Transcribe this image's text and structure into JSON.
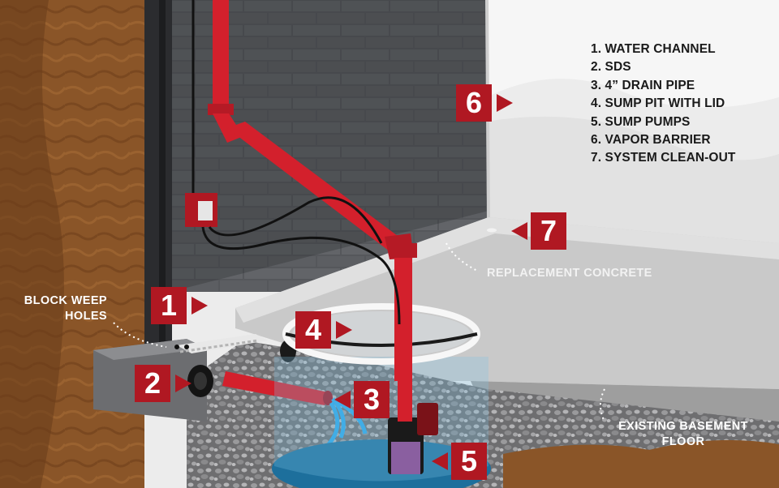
{
  "legend": {
    "items": [
      "1. WATER CHANNEL",
      "2. SDS",
      "3. 4” DRAIN PIPE",
      "4. SUMP PIT WITH LID",
      "5. SUMP PUMPS",
      "6. VAPOR BARRIER",
      "7. SYSTEM CLEAN-OUT"
    ]
  },
  "badges": {
    "b1": "1",
    "b2": "2",
    "b3": "3",
    "b4": "4",
    "b5": "5",
    "b6": "6",
    "b7": "7"
  },
  "callouts": {
    "weep_line1": "BLOCK WEEP",
    "weep_line2": "HOLES",
    "concrete": "REPLACEMENT CONCRETE",
    "floor_line1": "EXISTING BASEMENT",
    "floor_line2": "FLOOR"
  },
  "colors": {
    "accent_red": "#b01822",
    "pipe_red": "#d3202c",
    "soil": "#8a5528",
    "wall_gray": "#4a4c50",
    "concrete_gray": "#c9c9c9",
    "water_blue": "#1a8cc8"
  }
}
